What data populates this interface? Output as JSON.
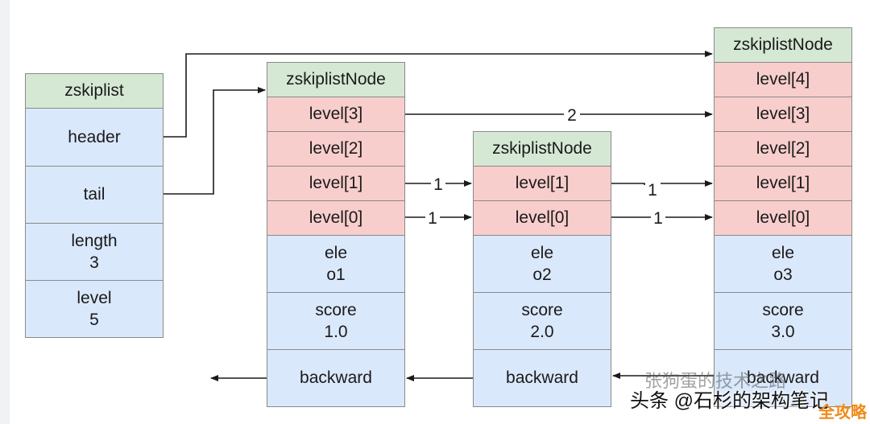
{
  "zskiplist": {
    "header": "zskiplist",
    "fields": {
      "header": "header",
      "tail": "tail",
      "length_label": "length",
      "length_value": "3",
      "level_label": "level",
      "level_value": "5"
    }
  },
  "nodes": [
    {
      "header": "zskiplistNode",
      "levels": [
        "level[3]",
        "level[2]",
        "level[1]",
        "level[0]"
      ],
      "ele_label": "ele",
      "ele_value": "o1",
      "score_label": "score",
      "score_value": "1.0",
      "backward": "backward"
    },
    {
      "header": "zskiplistNode",
      "levels": [
        "level[1]",
        "level[0]"
      ],
      "ele_label": "ele",
      "ele_value": "o2",
      "score_label": "score",
      "score_value": "2.0",
      "backward": "backward"
    },
    {
      "header": "zskiplistNode",
      "levels": [
        "level[4]",
        "level[3]",
        "level[2]",
        "level[1]",
        "level[0]"
      ],
      "ele_label": "ele",
      "ele_value": "o3",
      "score_label": "score",
      "score_value": "3.0",
      "backward": "backward"
    }
  ],
  "spans": {
    "n1_level3_to_n3": "2",
    "n1_level1_to_n2": "1",
    "n1_level0_to_n2": "1",
    "n2_level1_to_n3": "1",
    "n2_level0_to_n3": "1"
  },
  "watermark": {
    "primary": "头条 @石杉的架构笔记",
    "faint": "张狗蛋的技术之路",
    "site": "全攻略"
  },
  "colors": {
    "header_green": "#d5e8d4",
    "level_red": "#f8cecc",
    "field_blue": "#dae8fc",
    "border": "#8a8a8a",
    "line": "#1a1a1a"
  }
}
